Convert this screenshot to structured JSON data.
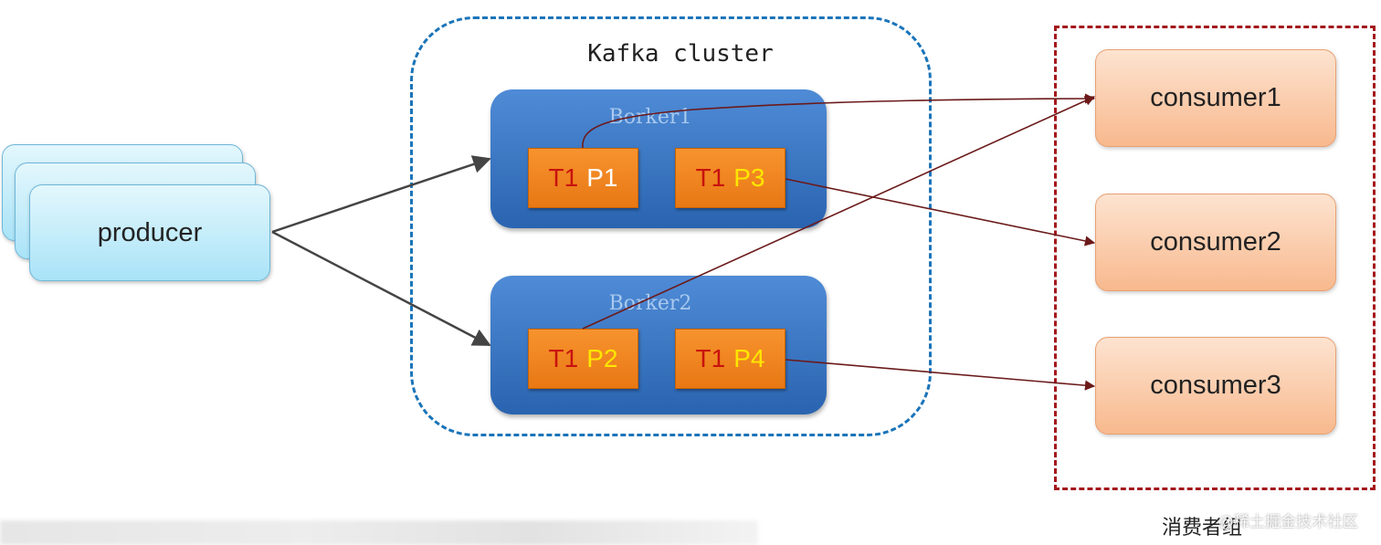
{
  "producer": {
    "label": "producer"
  },
  "cluster": {
    "title": "Kafka cluster",
    "brokers": [
      {
        "label": "Borker1",
        "partitions": [
          {
            "topic": "T1",
            "part": "P1"
          },
          {
            "topic": "T1",
            "part": "P3"
          }
        ]
      },
      {
        "label": "Borker2",
        "partitions": [
          {
            "topic": "T1",
            "part": "P2"
          },
          {
            "topic": "T1",
            "part": "P4"
          }
        ]
      }
    ]
  },
  "consumer_group": {
    "label": "消费者组",
    "consumers": [
      "consumer1",
      "consumer2",
      "consumer3"
    ]
  },
  "watermark": "@稀土掘金技术社区",
  "colors": {
    "cluster_border": "#1a74b9",
    "group_border": "#a3181d",
    "broker_fill": "#3a78c8",
    "partition_fill": "#f08420",
    "producer_fill": "#c6eefa",
    "consumer_fill": "#fbcaa6",
    "flow_arrow": "#444444",
    "consume_arrow": "#6b1a1a"
  }
}
